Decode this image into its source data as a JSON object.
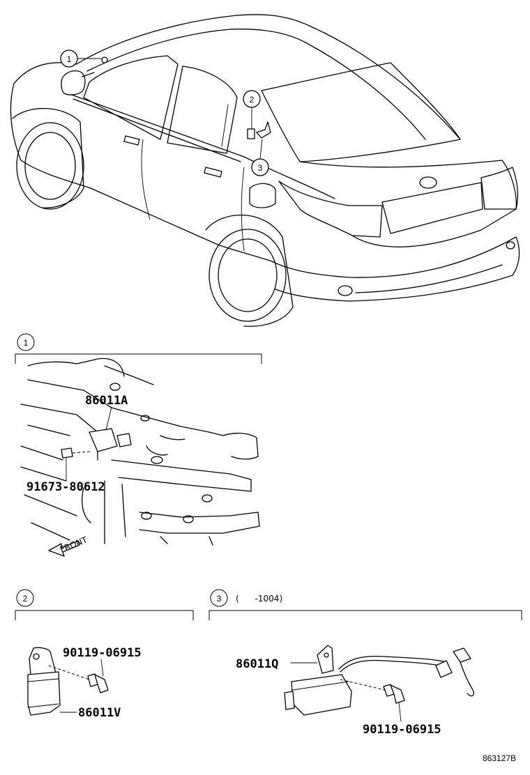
{
  "callouts": {
    "c1": "1",
    "c2": "2",
    "c3": "3"
  },
  "section1": {
    "number": "1",
    "parts": {
      "sensor": "86011A",
      "bolt": "91673-80612"
    },
    "front_label": "FRONT"
  },
  "section2": {
    "number": "2",
    "parts": {
      "bolt": "90119-06915",
      "sensor": "86011V"
    }
  },
  "section3": {
    "number": "3",
    "condition": "(      -1004)",
    "parts": {
      "module": "86011Q",
      "bolt": "90119-06915"
    }
  },
  "figure_code": "863127B"
}
